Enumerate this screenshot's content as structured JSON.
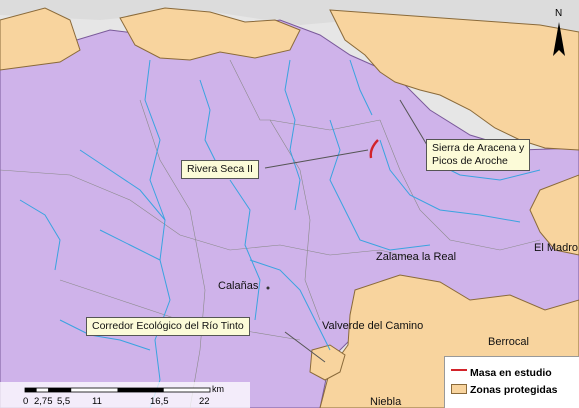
{
  "north_label": "N",
  "places": {
    "zalamea": "Zalamea la Real",
    "madrono": "El Madro",
    "calanas": "Calañas",
    "valverde": "Valverde del Camino",
    "berrocal": "Berrocal",
    "niebla": "Niebla"
  },
  "callouts": {
    "rivera": "Rivera Seca II",
    "aracena_line1": "Sierra de Aracena y",
    "aracena_line2": "Picos de Aroche",
    "corredor": "Corredor Ecológico del Río Tinto"
  },
  "legend": {
    "masa": "Masa en estudio",
    "zonas": "Zonas protegidas"
  },
  "scale": {
    "unit": "km",
    "ticks": [
      "0",
      "2,75",
      "5,5",
      "11",
      "16,5",
      "22"
    ]
  },
  "colors": {
    "basin": "#cfb3ea",
    "protected": "#f8d49e",
    "river": "#3aa3e0",
    "study": "#d2232a",
    "background": "#e6e6e6"
  }
}
